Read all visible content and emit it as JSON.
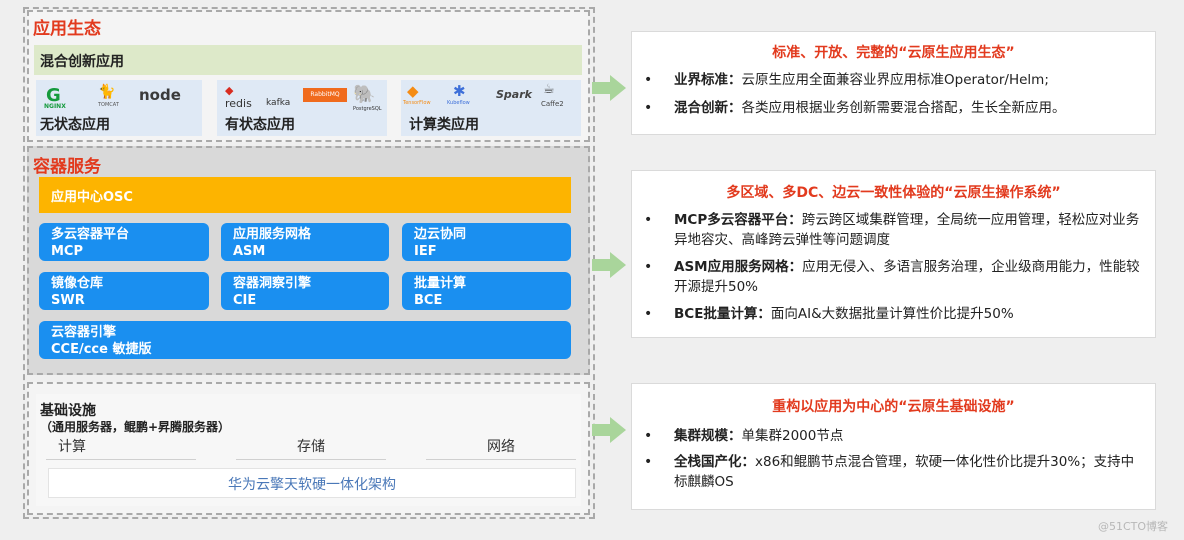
{
  "app_eco": {
    "title": "应用生态",
    "hybrid_label": "混合创新应用",
    "groups": [
      {
        "label": "无状态应用",
        "logos": [
          "NGINX",
          "TOMCAT",
          "node"
        ]
      },
      {
        "label": "有状态应用",
        "logos": [
          "redis",
          "kafka",
          "RabbitMQ",
          "PostgreSQL"
        ]
      },
      {
        "label": "计算类应用",
        "logos": [
          "TensorFlow",
          "Kubeflow",
          "Spark",
          "Caffe2"
        ]
      }
    ]
  },
  "container": {
    "title": "容器服务",
    "osc": "应用中心OSC",
    "services": [
      {
        "name": "多云容器平台",
        "abbr": "MCP"
      },
      {
        "name": "应用服务网格",
        "abbr": "ASM"
      },
      {
        "name": "边云协同",
        "abbr": "IEF"
      },
      {
        "name": "镜像仓库",
        "abbr": "SWR"
      },
      {
        "name": "容器洞察引擎",
        "abbr": "CIE"
      },
      {
        "name": "批量计算",
        "abbr": "BCE"
      }
    ],
    "engine": {
      "name": "云容器引擎",
      "abbr": "CCE/cce 敏捷版"
    }
  },
  "infra": {
    "title": "基础设施",
    "subtitle": "（通用服务器，鲲鹏+昇腾服务器）",
    "cells": [
      "计算",
      "存储",
      "网络"
    ],
    "arch": "华为云擎天软硬一体化架构"
  },
  "panels": [
    {
      "title": "标准、开放、完整的“云原生应用生态”",
      "bullets": [
        {
          "key": "业界标准：",
          "text": "云原生应用全面兼容业界应用标准Operator/Helm;"
        },
        {
          "key": "混合创新：",
          "text": "各类应用根据业务创新需要混合搭配，生长全新应用。"
        }
      ]
    },
    {
      "title": "多区域、多DC、边云一致性体验的“云原生操作系统”",
      "bullets": [
        {
          "key": "MCP多云容器平台：",
          "text": "跨云跨区域集群管理，全局统一应用管理，轻松应对业务异地容灾、高峰跨云弹性等问题调度"
        },
        {
          "key": "ASM应用服务网格：",
          "text": "应用无侵入、多语言服务治理，企业级商用能力，性能较开源提升50%"
        },
        {
          "key": "BCE批量计算：",
          "text": "面向AI&大数据批量计算性价比提升50%"
        }
      ]
    },
    {
      "title": "重构以应用为中心的“云原生基础设施”",
      "bullets": [
        {
          "key": "集群规模：",
          "text": "单集群2000节点"
        },
        {
          "key": "全栈国产化：",
          "text": "x86和鲲鹏节点混合管理，软硬一体化性价比提升30%；支持中标麒麟OS"
        }
      ]
    }
  ],
  "watermark": "@51CTO博客",
  "colors": {
    "accent_red": "#e23a1e",
    "service_blue": "#1a8ff0",
    "osc_orange": "#fdb400",
    "arrow_green": "#a9d59b"
  }
}
